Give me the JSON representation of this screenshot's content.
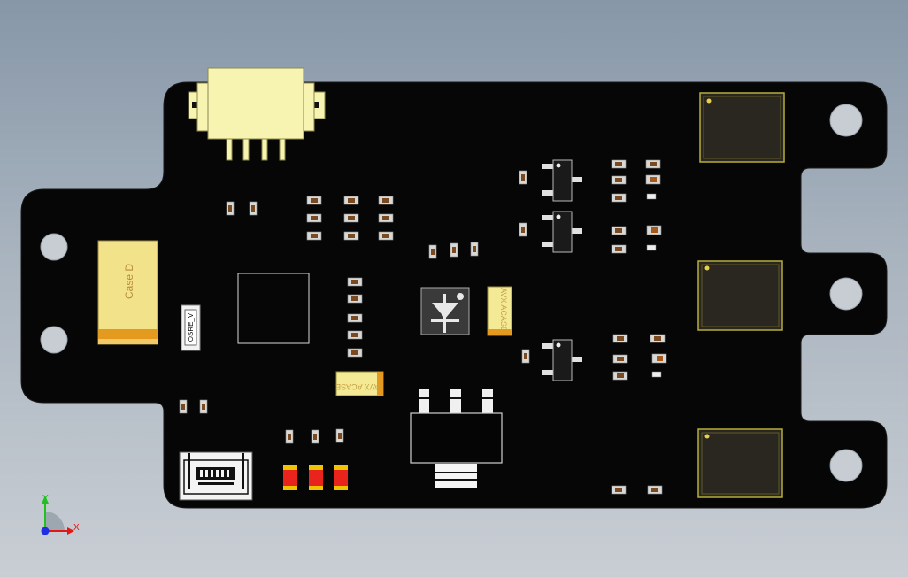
{
  "viewport": {
    "title": "3D PCB model view",
    "background_top": "#8797a8",
    "background_bottom": "#c9ced4"
  },
  "colors": {
    "board": "#060606",
    "connector": "#f7f3b0",
    "tantalum": "#f2e28a",
    "tantalum_band": "#e39a1e",
    "led_red": "#e8241c",
    "led_pad": "#f0c400",
    "module_fill": "#2a2620",
    "module_outline": "#b5ad3a",
    "axis_x": "#e01818",
    "axis_y": "#20c020",
    "axis_z": "#1e2ee0"
  },
  "labels": {
    "tantalum_case": "Case D",
    "osc_part": "OSRE_V",
    "avx_cap_1": "AVX ACASE",
    "avx_cap_2": "AVX ACASE"
  },
  "axes": {
    "x_label": "X",
    "y_label": "Y"
  }
}
